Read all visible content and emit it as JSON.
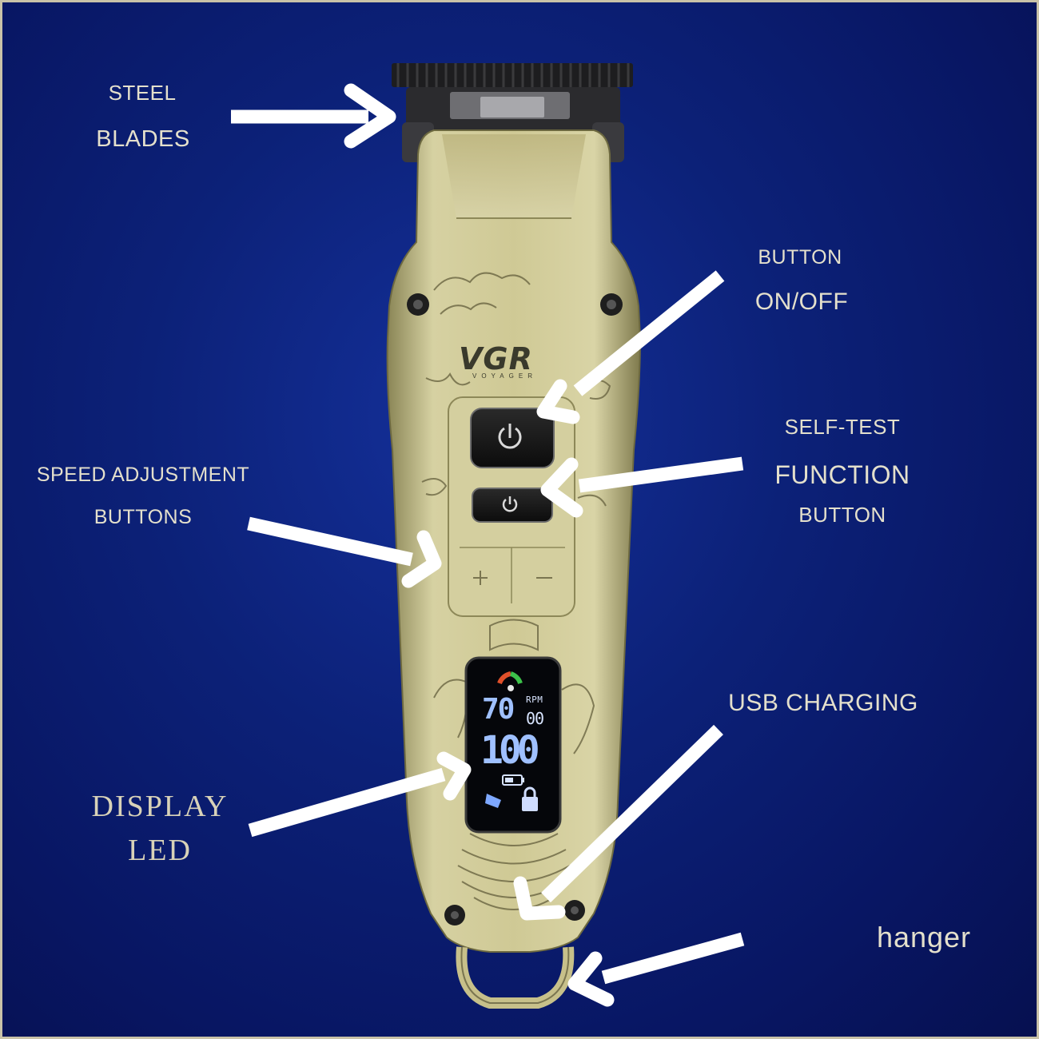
{
  "labels": {
    "steel_blades": {
      "line1": "STEEL",
      "line2": "BLADES"
    },
    "on_off": {
      "line1": "BUTTON",
      "line2": "ON/OFF"
    },
    "self_test": {
      "line1": "SELF-TEST",
      "line2": "FUNCTION",
      "line3": "BUTTON"
    },
    "speed": {
      "line1": "SPEED ADJUSTMENT",
      "line2": "BUTTONS"
    },
    "usb": {
      "line1": "USB CHARGING"
    },
    "display": {
      "line1": "DISPLAY",
      "line2": "LED"
    },
    "hanger": {
      "line1": "hanger"
    }
  },
  "device": {
    "brand": "VGR",
    "brand_sub": "VOYAGER",
    "display": {
      "unit": "RPM",
      "digits_top": "70",
      "digits_small": "00",
      "digits_big": "100"
    },
    "icons": [
      "power-icon",
      "self-test-icon",
      "plus-icon",
      "minus-icon",
      "battery-icon",
      "lock-icon"
    ]
  },
  "colors": {
    "background": "#0a1a5e",
    "body_gold": "#c9c391",
    "arrow": "#ffffff",
    "label": "#e4e0cc",
    "display_bg": "#05060a",
    "display_digit": "#9fc0ff"
  }
}
